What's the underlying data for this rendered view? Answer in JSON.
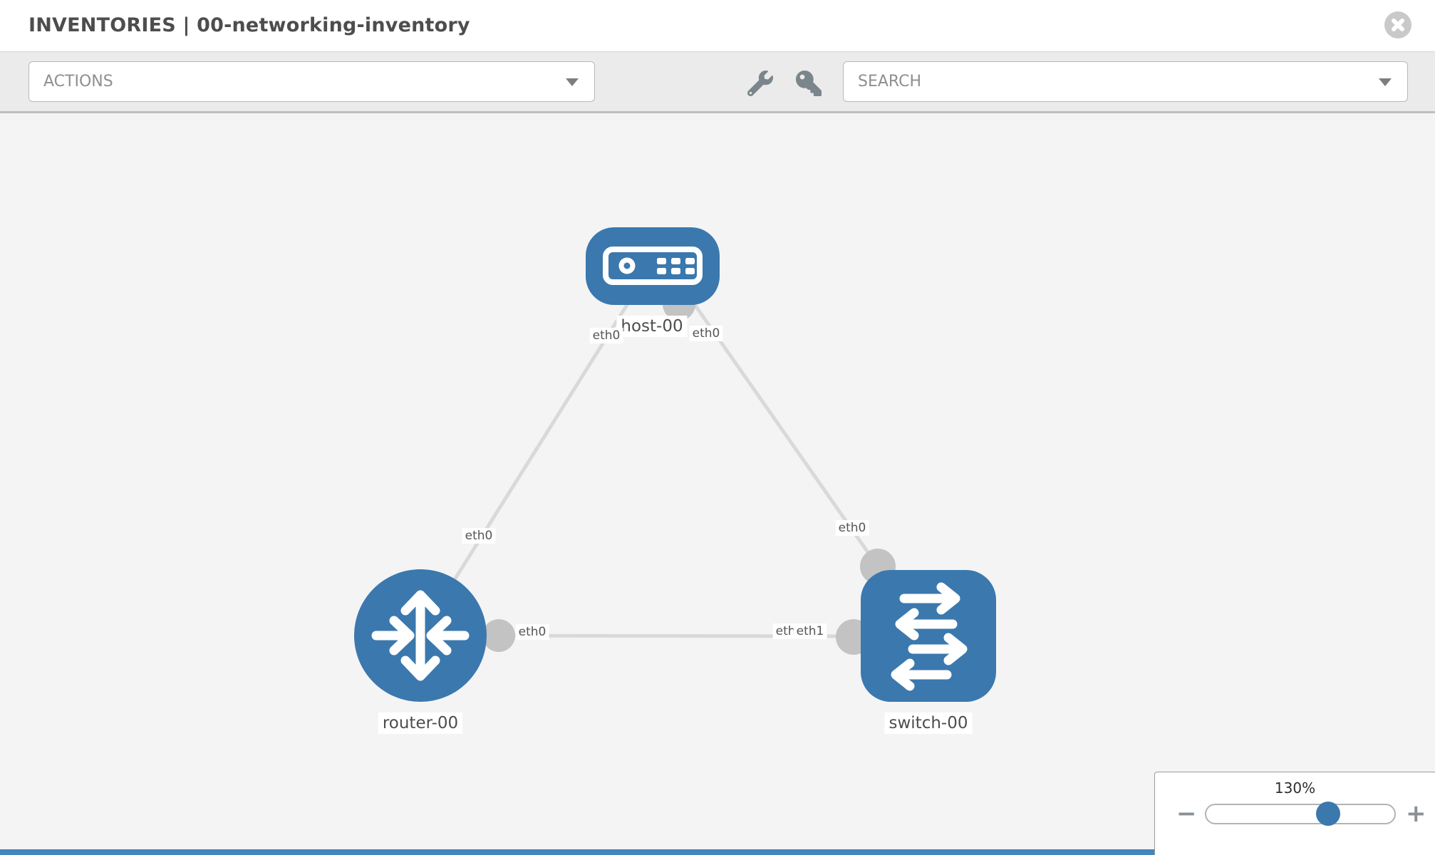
{
  "window": {
    "title": "INVENTORIES | 00-networking-inventory"
  },
  "toolbar": {
    "actions_label": "ACTIONS",
    "search_placeholder": "SEARCH",
    "icons": [
      "wrench-icon",
      "key-icon"
    ]
  },
  "topology": {
    "nodes": [
      {
        "id": "host-00",
        "label": "host-00",
        "type": "host"
      },
      {
        "id": "router-00",
        "label": "router-00",
        "type": "router"
      },
      {
        "id": "switch-00",
        "label": "switch-00",
        "type": "switch"
      }
    ],
    "links": [
      {
        "from": "host-00",
        "from_if": "eth0",
        "to": "router-00",
        "to_if": "eth0"
      },
      {
        "from": "host-00",
        "from_if": "eth0",
        "to": "switch-00",
        "to_if": "eth0"
      },
      {
        "from": "router-00",
        "from_if": "eth0",
        "to": "switch-00",
        "to_if": "eth1"
      }
    ]
  },
  "zoom_control": {
    "value": "130%",
    "percent": 130,
    "minus": "−",
    "plus": "+"
  },
  "colors": {
    "node_blue": "#3b78ae",
    "link_gray": "#d9d9d9",
    "port_gray": "#c3c3c3",
    "canvas_bg": "#f4f4f4",
    "toolbar_bg": "#ebebeb"
  }
}
